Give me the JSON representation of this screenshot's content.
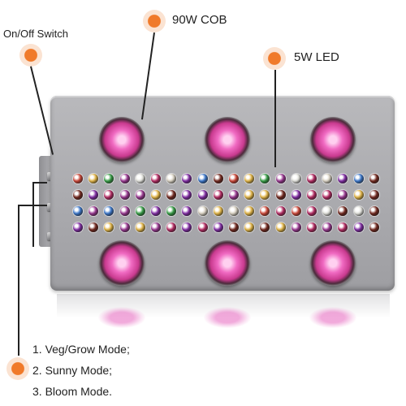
{
  "labels": {
    "switch": "On/Off Switch",
    "cob": "90W COB",
    "led": "5W LED"
  },
  "modes": [
    "1. Veg/Grow Mode;",
    "2. Sunny Mode;",
    "3. Bloom Mode."
  ],
  "colors": {
    "callout_dot": "#f07a2a",
    "panel": "#aaaaae",
    "cob_glow": "#f06ac2"
  },
  "led_palette": [
    "#d94a3a",
    "#8a2fb0",
    "#f0f0ea",
    "#f2c14a",
    "#3f7fd9",
    "#c12e6a",
    "#3aa84a",
    "#7a2a20",
    "#e8e0d0",
    "#a33a9a"
  ]
}
